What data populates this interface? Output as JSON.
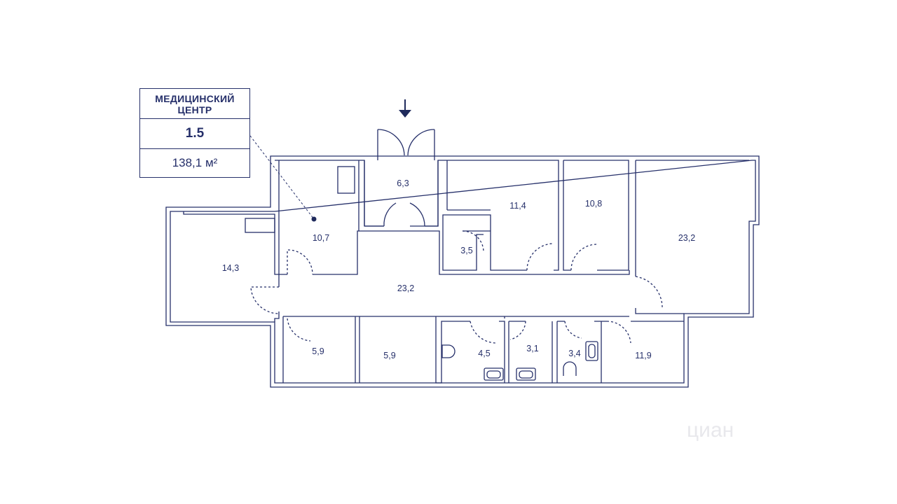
{
  "card": {
    "title": "МЕДИЦИНСКИЙ ЦЕНТР",
    "number": "1.5",
    "area": "138,1 м²"
  },
  "rooms": [
    {
      "id": "r1",
      "label": "6,3"
    },
    {
      "id": "r2",
      "label": "11,4"
    },
    {
      "id": "r3",
      "label": "10,8"
    },
    {
      "id": "r4",
      "label": "23,2"
    },
    {
      "id": "r5",
      "label": "10,7"
    },
    {
      "id": "r6",
      "label": "14,3"
    },
    {
      "id": "r7",
      "label": "3,5"
    },
    {
      "id": "r8",
      "label": "23,2"
    },
    {
      "id": "r9",
      "label": "5,9"
    },
    {
      "id": "r10",
      "label": "5,9"
    },
    {
      "id": "r11",
      "label": "4,5"
    },
    {
      "id": "r12",
      "label": "3,1"
    },
    {
      "id": "r13",
      "label": "3,4"
    },
    {
      "id": "r14",
      "label": "11,9"
    }
  ],
  "watermark": "циан",
  "colors": {
    "line": "#26306a",
    "accent": "#1f2a5c"
  }
}
